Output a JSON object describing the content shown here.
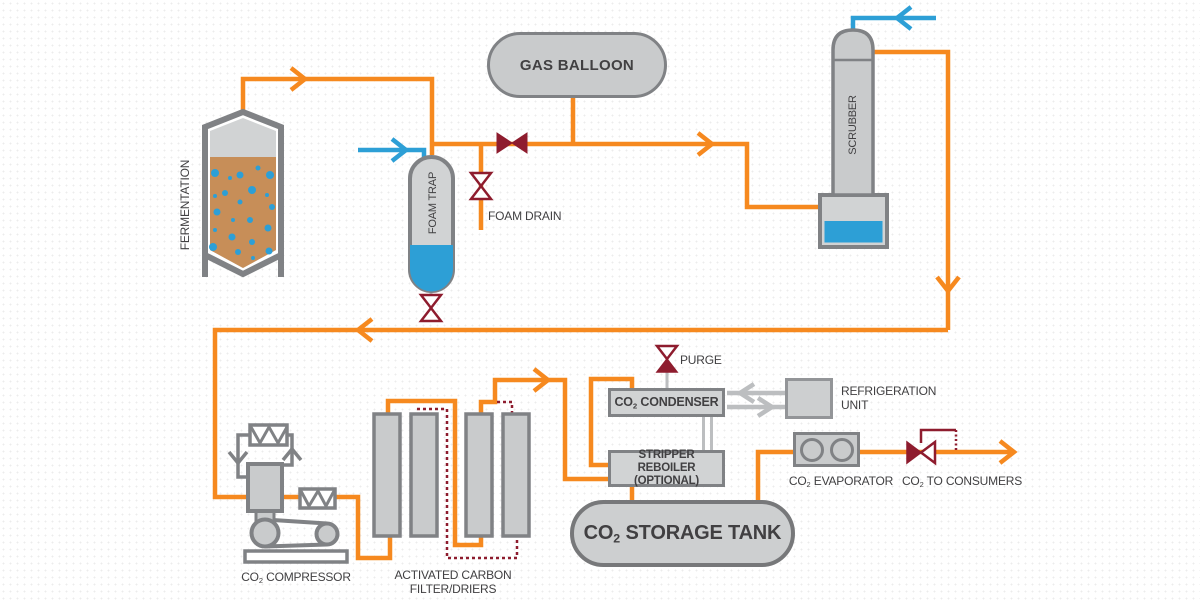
{
  "diagram": {
    "components": {
      "fermentation": {
        "label": "FERMENTATION"
      },
      "gas_balloon": {
        "label": "GAS BALLOON"
      },
      "foam_trap": {
        "label": "FOAM TRAP"
      },
      "foam_drain": {
        "label": "FOAM DRAIN"
      },
      "scrubber": {
        "label": "SCRUBBER"
      },
      "compressor": {
        "label": "CO2 COMPRESSOR"
      },
      "filters": {
        "line1": "ACTIVATED CARBON",
        "line2": "FILTER/DRIERS"
      },
      "condenser": {
        "label": "CO2 CONDENSER"
      },
      "purge": {
        "label": "PURGE"
      },
      "reboiler": {
        "line1": "STRIPPER REBOILER",
        "line2": "(OPTIONAL)"
      },
      "refrigeration": {
        "line1": "REFRIGERATION",
        "line2": "UNIT"
      },
      "storage_tank": {
        "label": "CO2 STORAGE TANK"
      },
      "evaporator": {
        "label": "CO2 EVAPORATOR"
      },
      "consumers": {
        "label": "CO2 TO CONSUMERS"
      }
    },
    "colors": {
      "pipe_orange": "#F6891F",
      "inlet_blue": "#2D9FD6",
      "valve_maroon": "#8E1C2E",
      "equipment_gray": "#808285",
      "liquid_brown": "#C78E58"
    }
  }
}
